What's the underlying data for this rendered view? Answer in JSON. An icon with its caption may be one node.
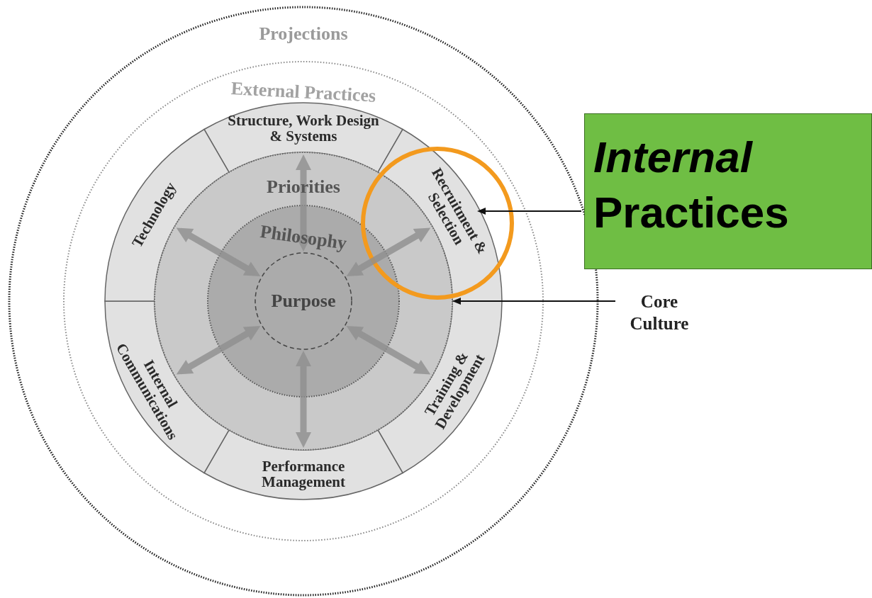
{
  "diagram": {
    "nodes": [
      {
        "text": [
          "Projections"
        ]
      },
      {
        "text": [
          "External Practices"
        ],
        "in": 0
      },
      {
        "text": [
          "Structure, Work Design & Systems"
        ],
        "in": 1
      },
      {
        "text": [
          "Recruitment & Selection"
        ],
        "in": 1
      },
      {
        "text": [
          "Training & Development"
        ],
        "in": 1
      },
      {
        "text": [
          "Performance Management"
        ],
        "in": 1
      },
      {
        "text": [
          "Internal Communications"
        ],
        "in": 1
      },
      {
        "text": [
          "Technology"
        ],
        "in": 1
      },
      {
        "text": [
          "Priorities"
        ],
        "in": 1
      },
      {
        "text": [
          "Philosophy"
        ],
        "in": 8
      },
      {
        "text": [
          "Purpose"
        ],
        "in": 9
      },
      {
        "text": [
          "*Internal* Practices"
        ]
      },
      {
        "text": [
          "Core Culture"
        ]
      }
    ],
    "edges": [
      {
        "from": 11,
        "to": 3,
        "arrow": "to",
        "color": "#111111"
      },
      {
        "from": 12,
        "to": 8,
        "arrow": "to",
        "color": "#111111"
      },
      {
        "from": 10,
        "to": 2,
        "arrow": "both",
        "style": "thick"
      },
      {
        "from": 10,
        "to": 3,
        "arrow": "both",
        "style": "thick"
      },
      {
        "from": 10,
        "to": 4,
        "arrow": "both",
        "style": "thick"
      },
      {
        "from": 10,
        "to": 5,
        "arrow": "both",
        "style": "thick"
      },
      {
        "from": 10,
        "to": 6,
        "arrow": "both",
        "style": "thick"
      },
      {
        "from": 10,
        "to": 7,
        "arrow": "both",
        "style": "thick"
      }
    ]
  }
}
